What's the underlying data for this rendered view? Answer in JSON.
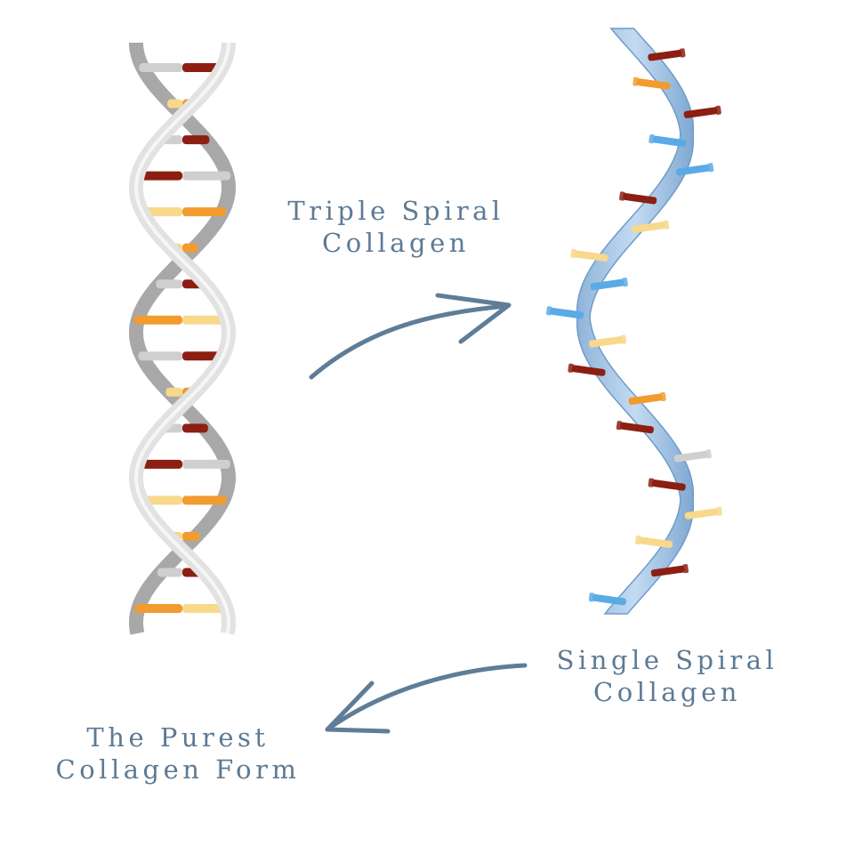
{
  "labels": {
    "triple": {
      "line1": "Triple Spiral",
      "line2": "Collagen"
    },
    "single": {
      "line1": "Single Spiral",
      "line2": "Collagen"
    },
    "purest": {
      "line1": "The Purest",
      "line2": "Collagen Form"
    }
  },
  "colors": {
    "text": "#5d7a94",
    "arrow": "#5f7d97",
    "backbone_light": "#e2e2e2",
    "backbone_dark": "#a8a8a8",
    "ribbon": "#a3c3e3",
    "ribbon_dark": "#6f9bc7",
    "rung_gray": "#cfcfcf",
    "rung_red": "#8c1f12",
    "rung_orange": "#f29b2e",
    "rung_yellow": "#f8d88a",
    "rung_blue": "#5aaae6"
  },
  "diagram": {
    "double_helix_rungs": [
      [
        "rung_gray",
        "rung_red"
      ],
      [
        "rung_yellow",
        "rung_orange"
      ],
      [
        "rung_gray",
        "rung_red"
      ],
      [
        "rung_red",
        "rung_gray"
      ],
      [
        "rung_yellow",
        "rung_orange"
      ],
      [
        "rung_yellow",
        "rung_orange"
      ],
      [
        "rung_gray",
        "rung_red"
      ],
      [
        "rung_orange",
        "rung_yellow"
      ],
      [
        "rung_gray",
        "rung_red"
      ],
      [
        "rung_yellow",
        "rung_orange"
      ],
      [
        "rung_gray",
        "rung_red"
      ],
      [
        "rung_red",
        "rung_gray"
      ],
      [
        "rung_yellow",
        "rung_orange"
      ],
      [
        "rung_yellow",
        "rung_orange"
      ],
      [
        "rung_gray",
        "rung_red"
      ],
      [
        "rung_orange",
        "rung_yellow"
      ]
    ],
    "single_helix_stubs": [
      "rung_red",
      "rung_orange",
      "rung_red",
      "rung_blue",
      "rung_blue",
      "rung_red",
      "rung_yellow",
      "rung_yellow",
      "rung_blue",
      "rung_blue",
      "rung_yellow",
      "rung_red",
      "rung_orange",
      "rung_red",
      "rung_gray",
      "rung_red",
      "rung_yellow",
      "rung_yellow",
      "rung_red",
      "rung_blue"
    ]
  }
}
